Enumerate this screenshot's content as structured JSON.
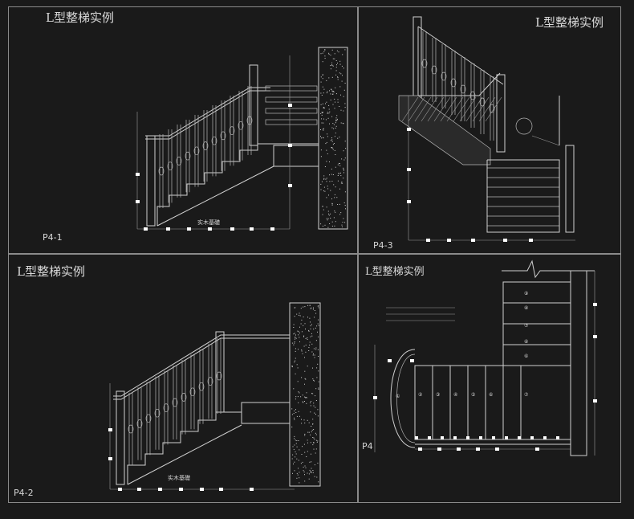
{
  "panels": {
    "p41": {
      "title": "L型整梯实例",
      "label": "P4-1",
      "note": "实木基礎"
    },
    "p43": {
      "title": "L型整梯实例",
      "label": "P4-3"
    },
    "p42": {
      "title": "L型整梯实例",
      "label": "P4-2",
      "note": "实木基礎"
    },
    "p4": {
      "title": "L型整梯实例",
      "label": "P4",
      "steps_top": [
        "⑨",
        "⑧",
        "⑦",
        "⑧",
        "⑥"
      ],
      "steps_bottom": [
        "①",
        "②",
        "③",
        "④",
        "⑤",
        "⑥",
        "⑦"
      ]
    }
  },
  "colors": {
    "background": "#1a1a1a",
    "line": "#d0d0d0",
    "frame": "#8a8a8a"
  }
}
